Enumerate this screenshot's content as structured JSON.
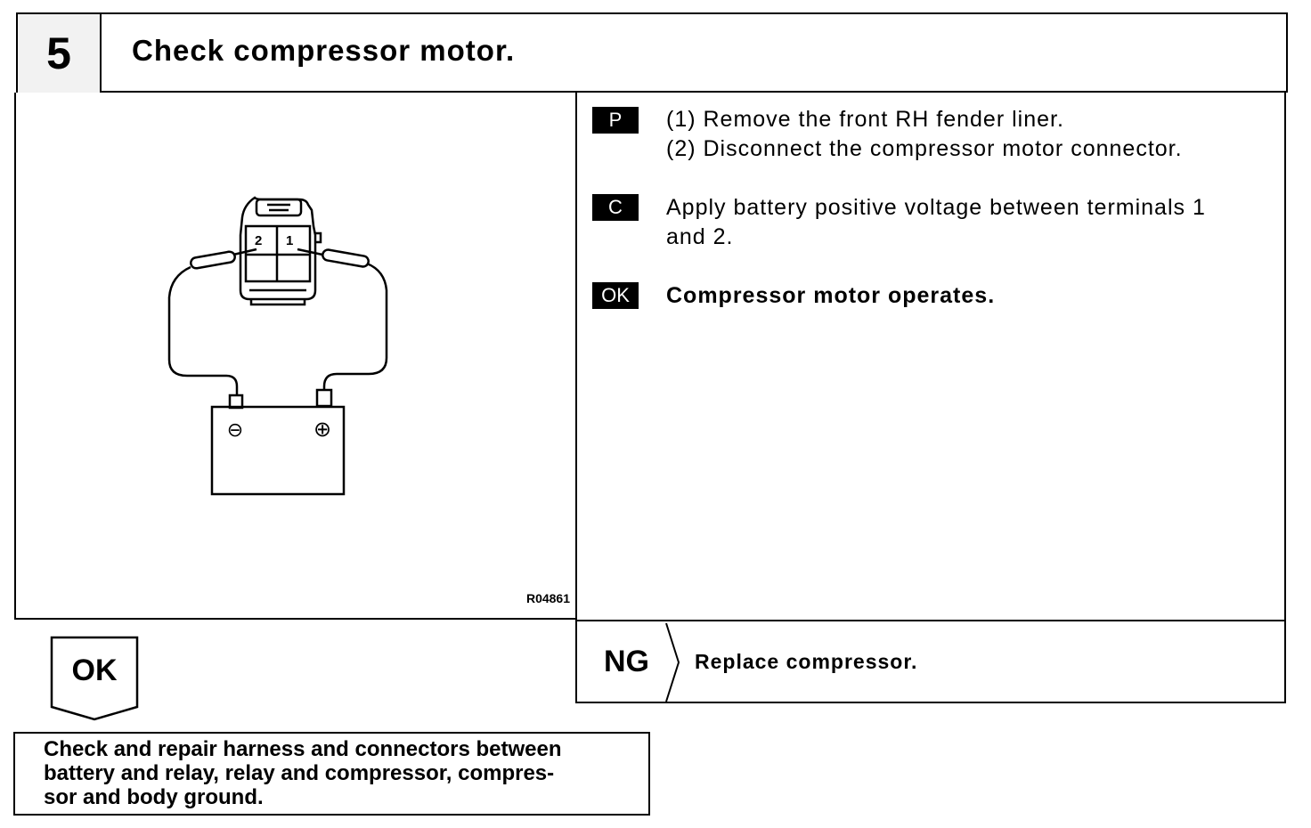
{
  "header": {
    "step_number": "5",
    "title": "Check compressor motor."
  },
  "figure": {
    "terminal_labels": [
      "2",
      "1"
    ],
    "battery_negative": "⊖",
    "battery_positive": "⊕",
    "figure_id": "R04861"
  },
  "instructions": [
    {
      "badge": "P",
      "lines": [
        "(1) Remove the front RH fender liner.",
        "(2) Disconnect the compressor motor connector."
      ]
    },
    {
      "badge": "C",
      "lines": [
        "Apply battery positive voltage between terminals 1",
        "and 2."
      ]
    },
    {
      "badge": "OK",
      "lines": [
        "Compressor motor operates."
      ]
    }
  ],
  "ng": {
    "label": "NG",
    "action": "Replace compressor."
  },
  "ok": {
    "label": "OK",
    "lines": [
      "Check and repair harness and connectors between",
      "battery and relay, relay and compressor, compres-",
      "sor and body ground."
    ]
  }
}
